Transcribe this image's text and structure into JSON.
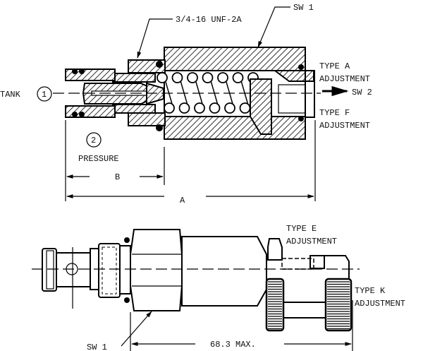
{
  "section_view": {
    "thread_callout": "3/4-16 UNF-2A",
    "sw1_callout": "SW 1",
    "tank_label": "TANK",
    "port1_number": "1",
    "port2_number": "2",
    "pressure_label": "PRESSURE",
    "type_a_line1": "TYPE A",
    "type_a_line2": "ADJUSTMENT",
    "sw2_label": "SW 2",
    "type_f_line1": "TYPE F",
    "type_f_line2": "ADJUSTMENT",
    "dim_b": "B",
    "dim_a": "A"
  },
  "side_view": {
    "type_e_line1": "TYPE E",
    "type_e_line2": "ADJUSTMENT",
    "type_k_line1": "TYPE K",
    "type_k_line2": "ADJUSTMENT",
    "sw1_callout": "SW 1",
    "overall_dim": "68.3  MAX."
  }
}
